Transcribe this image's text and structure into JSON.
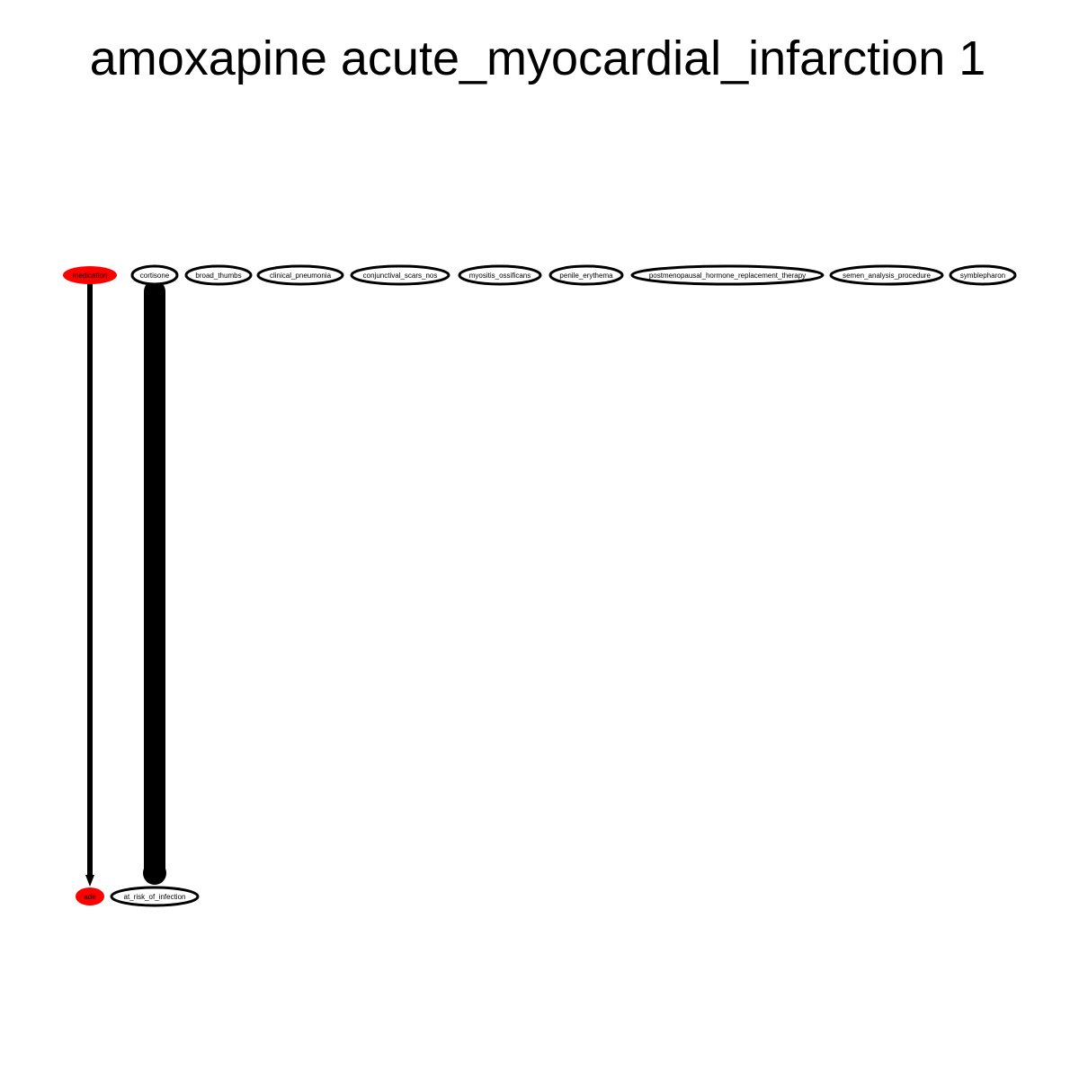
{
  "title": "amoxapine acute_myocardial_infarction 1",
  "colors": {
    "highlight_node": "#ff0000",
    "outline": "#000000",
    "background": "#ffffff"
  },
  "nodes": [
    {
      "id": "medication",
      "label": "medication",
      "style": "filled"
    },
    {
      "id": "cortisone",
      "label": "cortisone",
      "style": "outline"
    },
    {
      "id": "broad_thumbs",
      "label": "broad_thumbs",
      "style": "outline"
    },
    {
      "id": "clinical_pneumonia",
      "label": "clinical_pneumonia",
      "style": "outline"
    },
    {
      "id": "conjunctival_scars_nos",
      "label": "conjunctival_scars_nos",
      "style": "outline"
    },
    {
      "id": "myositis_ossificans",
      "label": "myositis_ossificans",
      "style": "outline"
    },
    {
      "id": "penile_erythema",
      "label": "penile_erythema",
      "style": "outline"
    },
    {
      "id": "postmenopausal_hormone_replacement_therapy",
      "label": "postmenopausal_hormone_replacement_therapy",
      "style": "outline"
    },
    {
      "id": "semen_analysis_procedure",
      "label": "semen_analysis_procedure",
      "style": "outline"
    },
    {
      "id": "symblepharon",
      "label": "symblepharon",
      "style": "outline"
    },
    {
      "id": "ade",
      "label": "ade",
      "style": "filled"
    },
    {
      "id": "at_risk_of_infection",
      "label": "at_risk_of_infection",
      "style": "outline"
    }
  ],
  "edges": [
    {
      "from": "medication",
      "to": "ade",
      "weight": 1,
      "arrow": "arrow"
    },
    {
      "from": "cortisone",
      "to": "at_risk_of_infection",
      "weight": 4,
      "arrow": "dot"
    }
  ]
}
